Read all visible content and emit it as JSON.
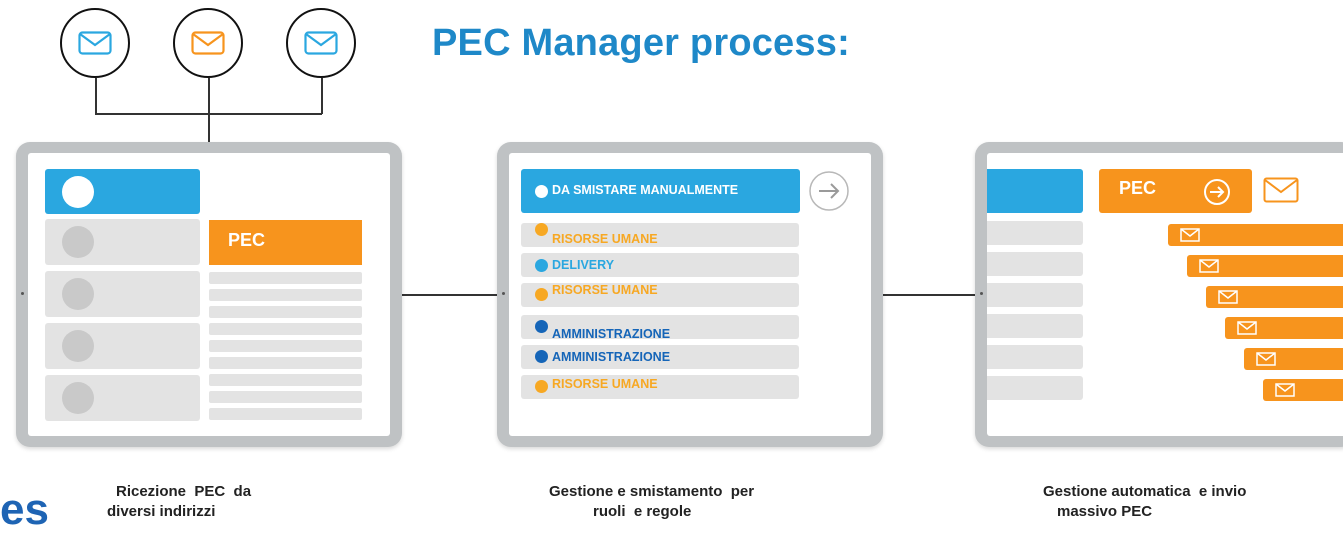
{
  "title": "PEC Manager process:",
  "colors": {
    "blue": "#2aa7e0",
    "dark_blue": "#1565b8",
    "orange": "#f7941d",
    "gray": "#e3e3e3"
  },
  "icons": {
    "mail": "envelope-icon",
    "arrow": "arrow-right-circle-icon"
  },
  "inbound_mails": [
    {
      "icon": "envelope-icon",
      "color": "#2aa7e0"
    },
    {
      "icon": "envelope-icon",
      "color": "#f7941d"
    },
    {
      "icon": "envelope-icon",
      "color": "#2aa7e0"
    }
  ],
  "step1": {
    "pec_label": "PEC",
    "caption_line1": "Ricezione  PEC  da",
    "caption_line2": "diversi indirizzi"
  },
  "step2": {
    "header": "DA SMISTARE MANUALMENTE",
    "rows": [
      {
        "label": "RISORSE UMANE",
        "color": "#f7a823"
      },
      {
        "label": "DELIVERY",
        "color": "#2aa7e0"
      },
      {
        "label": "RISORSE UMANE",
        "color": "#f7a823"
      },
      {
        "label": "AMMINISTRAZIONE",
        "color": "#1565b8"
      },
      {
        "label": "AMMINISTRAZIONE",
        "color": "#1565b8"
      },
      {
        "label": "RISORSE UMANE",
        "color": "#f7a823"
      }
    ],
    "caption_line1": "Gestione e smistamento  per",
    "caption_line2": "ruoli  e regole"
  },
  "step3": {
    "pec_label": "PEC",
    "mail_count": 6,
    "caption_line1": "Gestione automatica  e invio",
    "caption_line2": "massivo PEC"
  },
  "brand_fragment": "es"
}
